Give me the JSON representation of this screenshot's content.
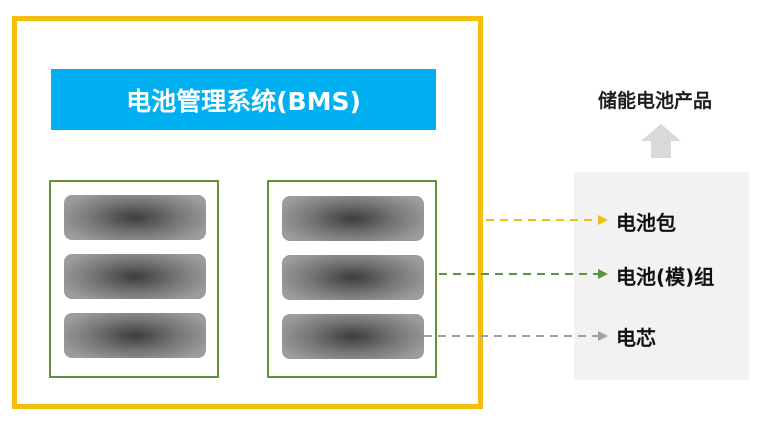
{
  "diagram": {
    "bms_title": "电池管理系统(BMS)",
    "product_label": "储能电池产品",
    "levels": {
      "pack": "电池包",
      "module": "电池(模)组",
      "cell": "电芯"
    },
    "colors": {
      "pack_border": "#f3bf0f",
      "bms_fill": "#00b0f0",
      "module_border": "#5e923b",
      "cell_arrow": "#a0a0a0",
      "panel_fill": "#f2f2f2",
      "up_arrow": "#d9d9d9"
    }
  }
}
